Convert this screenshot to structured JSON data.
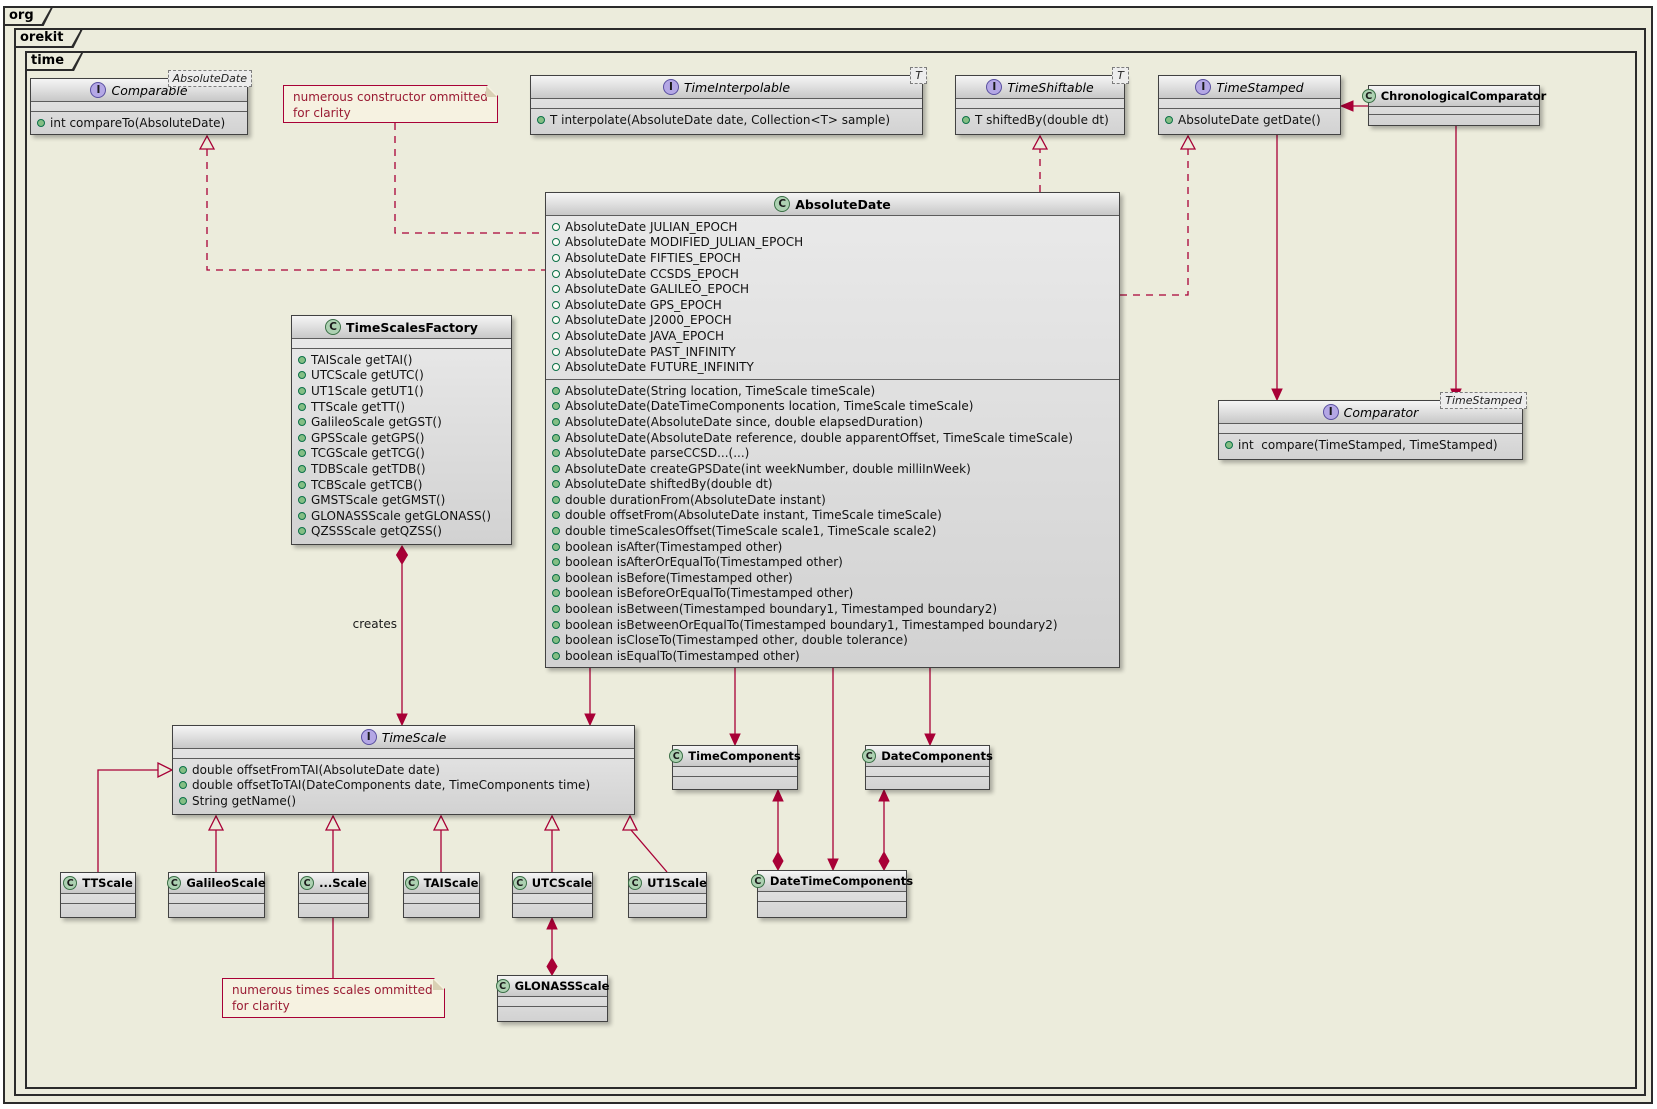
{
  "frames": {
    "org": "org",
    "orekit": "orekit",
    "time": "time"
  },
  "notes": {
    "constructors_line1": "numerous constructor ommitted",
    "constructors_line2": "for clarity",
    "scales_line1": "numerous times scales ommitted",
    "scales_line2": "for clarity"
  },
  "edges": {
    "creates_label": "creates"
  },
  "colors": {
    "line": "#A80036",
    "class_spot": "#ADD1B2",
    "interface_spot": "#B4A7E5",
    "background": "#ECECDC"
  },
  "classes": {
    "comparable": {
      "spot": "I",
      "name": "Comparable",
      "generic": "AbsoluteDate",
      "methods": [
        "int compareTo(AbsoluteDate)"
      ]
    },
    "timeInterpolable": {
      "spot": "I",
      "name": "TimeInterpolable",
      "generic": "T",
      "methods": [
        "T interpolate(AbsoluteDate date, Collection<T> sample)"
      ]
    },
    "timeShiftable": {
      "spot": "I",
      "name": "TimeShiftable",
      "generic": "T",
      "methods": [
        "T shiftedBy(double dt)"
      ]
    },
    "timeStamped": {
      "spot": "I",
      "name": "TimeStamped",
      "methods": [
        "AbsoluteDate getDate()"
      ]
    },
    "chronologicalComparator": {
      "spot": "C",
      "name": "ChronologicalComparator"
    },
    "absoluteDate": {
      "spot": "C",
      "name": "AbsoluteDate",
      "fields": [
        "AbsoluteDate JULIAN_EPOCH",
        "AbsoluteDate MODIFIED_JULIAN_EPOCH",
        "AbsoluteDate FIFTIES_EPOCH",
        "AbsoluteDate CCSDS_EPOCH",
        "AbsoluteDate GALILEO_EPOCH",
        "AbsoluteDate GPS_EPOCH",
        "AbsoluteDate J2000_EPOCH",
        "AbsoluteDate JAVA_EPOCH",
        "AbsoluteDate PAST_INFINITY",
        "AbsoluteDate FUTURE_INFINITY"
      ],
      "methods": [
        "AbsoluteDate(String location, TimeScale timeScale)",
        "AbsoluteDate(DateTimeComponents location, TimeScale timeScale)",
        "AbsoluteDate(AbsoluteDate since, double elapsedDuration)",
        "AbsoluteDate(AbsoluteDate reference, double apparentOffset, TimeScale timeScale)",
        "AbsoluteDate parseCCSD...(...)",
        "AbsoluteDate createGPSDate(int weekNumber, double milliInWeek)",
        "AbsoluteDate shiftedBy(double dt)",
        "double durationFrom(AbsoluteDate instant)",
        "double offsetFrom(AbsoluteDate instant, TimeScale timeScale)",
        "double timeScalesOffset(TimeScale scale1, TimeScale scale2)",
        "boolean isAfter(Timestamped other)",
        "boolean isAfterOrEqualTo(Timestamped other)",
        "boolean isBefore(Timestamped other)",
        "boolean isBeforeOrEqualTo(Timestamped other)",
        "boolean isBetween(Timestamped boundary1, Timestamped boundary2)",
        "boolean isBetweenOrEqualTo(Timestamped boundary1, Timestamped boundary2)",
        "boolean isCloseTo(Timestamped other, double tolerance)",
        "boolean isEqualTo(Timestamped other)"
      ]
    },
    "timeScalesFactory": {
      "spot": "C",
      "name": "TimeScalesFactory",
      "methods": [
        "TAIScale getTAI()",
        "UTCScale getUTC()",
        "UT1Scale getUT1()",
        "TTScale getTT()",
        "GalileoScale getGST()",
        "GPSScale getGPS()",
        "TCGScale getTCG()",
        "TDBScale getTDB()",
        "TCBScale getTCB()",
        "GMSTScale getGMST()",
        "GLONASSScale getGLONASS()",
        "QZSSScale getQZSS()"
      ]
    },
    "comparator": {
      "spot": "I",
      "name": "Comparator",
      "generic": "TimeStamped",
      "methods": [
        "int  compare(TimeStamped, TimeStamped)"
      ]
    },
    "timeScale": {
      "spot": "I",
      "name": "TimeScale",
      "methods": [
        "double offsetFromTAI(AbsoluteDate date)",
        "double offsetToTAI(DateComponents date, TimeComponents time)",
        "String getName()"
      ]
    },
    "timeComponents": {
      "spot": "C",
      "name": "TimeComponents"
    },
    "dateComponents": {
      "spot": "C",
      "name": "DateComponents"
    },
    "dateTimeComponents": {
      "spot": "C",
      "name": "DateTimeComponents"
    },
    "ttScale": {
      "spot": "C",
      "name": "TTScale"
    },
    "galileoScale": {
      "spot": "C",
      "name": "GalileoScale"
    },
    "ellipsisScale": {
      "spot": "C",
      "name": "...Scale"
    },
    "taiScale": {
      "spot": "C",
      "name": "TAIScale"
    },
    "utcScale": {
      "spot": "C",
      "name": "UTCScale"
    },
    "ut1Scale": {
      "spot": "C",
      "name": "UT1Scale"
    },
    "glonassScale": {
      "spot": "C",
      "name": "GLONASSScale"
    }
  }
}
